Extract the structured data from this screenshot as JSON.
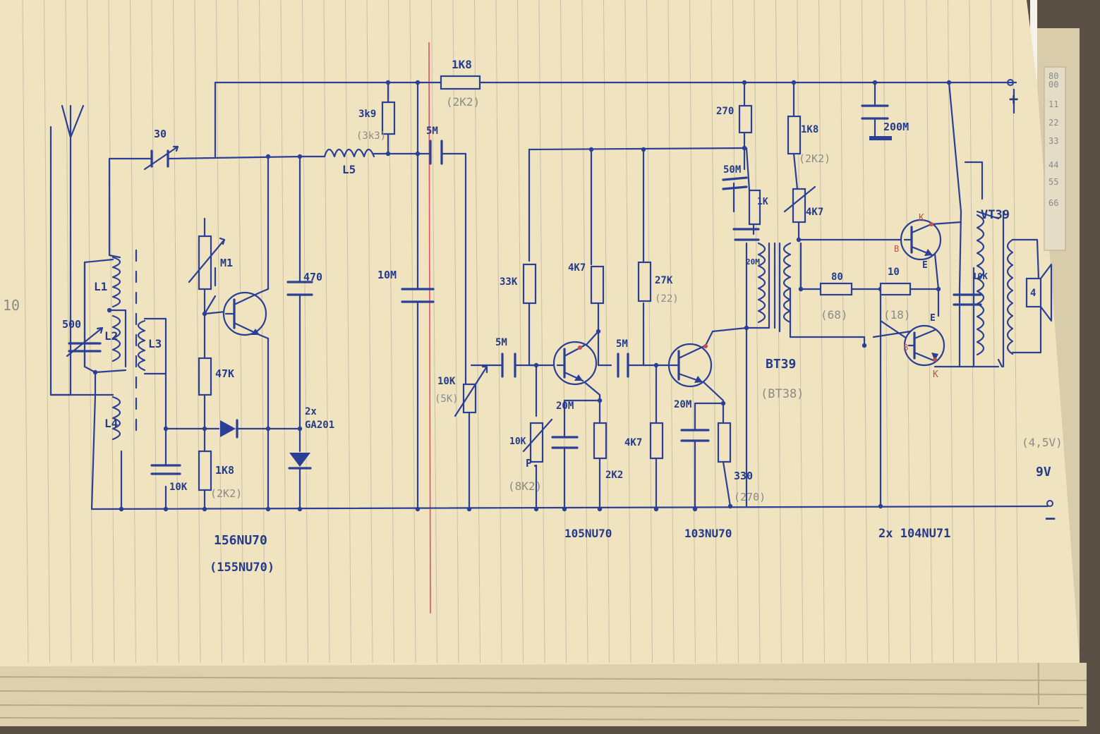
{
  "colors": {
    "paper": "#efe3c0",
    "ink": "#243a8c",
    "pencil": "#8a8a8a",
    "margin_line": "#d9304a"
  },
  "schematic": {
    "supply_positive": "+",
    "supply_negative": "–",
    "supply_voltage": "9V",
    "supply_voltage_alt": "(4,5V)",
    "top_resistor": {
      "value": "1K8",
      "alt": "(2K2)"
    },
    "tuner": {
      "antenna_cap": "30",
      "tuning_cap": "500",
      "coils": [
        "L1",
        "L2",
        "L3",
        "L4",
        "L5"
      ],
      "r_3k9": {
        "value": "3k9",
        "alt": "(3k3)"
      },
      "r_m1": "M1",
      "r_47k": "47K",
      "r_1k8": {
        "value": "1K8",
        "alt": "(2K2)"
      },
      "c_10k": "10K",
      "c_470": "470",
      "diodes": {
        "qty": "2x",
        "type": "GA201"
      },
      "transistor": {
        "type": "156NU70",
        "alt": "(155NU70)"
      }
    },
    "c_5m_coupling": "5M",
    "c_10m_filter": "10M",
    "volume_pot": {
      "value": "10K",
      "alt": "(5K)"
    },
    "stage2": {
      "c_in": "5M",
      "r_33k": "33K",
      "r_4k7": "4K7",
      "r_trim": {
        "value": "10K",
        "label": "P.",
        "alt": "(8K2)"
      },
      "c_20m": "20M",
      "r_2k2": "2K2",
      "transistor": "105NU70"
    },
    "stage3": {
      "c_in": "5M",
      "r_27k": {
        "value": "27K",
        "alt": "(22)"
      },
      "r_4k7": "4K7",
      "c_20m": "20M",
      "r_330": {
        "value": "330",
        "alt": "(270)"
      },
      "transistor": "103NU70"
    },
    "driver": {
      "r_270": "270",
      "c_50m": "50M",
      "r_1k": "1K",
      "c_20m": "20M",
      "transformer": {
        "type": "BT39",
        "alt": "(BT38)"
      }
    },
    "output": {
      "r_1k8": {
        "value": "1K8",
        "alt": "(2K2)"
      },
      "r_4k7_trim": "4K7",
      "r_80": {
        "value": "80",
        "alt": "(68)"
      },
      "r_10": {
        "value": "10",
        "alt": "(18)"
      },
      "c_200m": "200M",
      "c_10k": "10K",
      "transformer": "VT39",
      "speaker_impedance": "4",
      "pin_labels": [
        "K",
        "B",
        "E",
        "E",
        "B",
        "K"
      ],
      "transistors": "2x 104NU71"
    }
  },
  "notebook_edge": [
    "80",
    "00",
    "11",
    "22",
    "33",
    "44",
    "55",
    "66"
  ],
  "margin_scribble": "10"
}
